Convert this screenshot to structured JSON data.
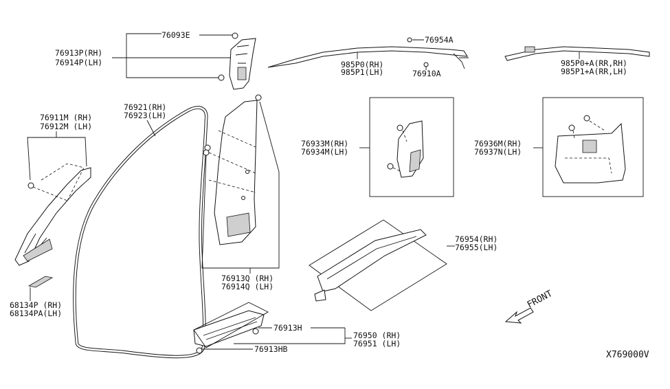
{
  "callouts": {
    "p76093E": "76093E",
    "p76913P": "76913P(RH)",
    "p76914P": "76914P(LH)",
    "p76954A": "76954A",
    "p985P0": "985P0(RH)",
    "p985P1": "985P1(LH)",
    "p76910A": "76910A",
    "p985P0A": "985P0+A(RR,RH)",
    "p985P1A": "985P1+A(RR,LH)",
    "p76911M": "76911M (RH)",
    "p76912M": "76912M (LH)",
    "p76921": "76921(RH)",
    "p76923": "76923(LH)",
    "p76933M": "76933M(RH)",
    "p76934M": "76934M(LH)",
    "p76936M": "76936M(RH)",
    "p76937N": "76937N(LH)",
    "p76954": "76954(RH)",
    "p76955": "76955(LH)",
    "p76913Q": "76913Q (RH)",
    "p76914Q": "76914Q (LH)",
    "p68134P": "68134P (RH)",
    "p68134PA": "68134PA(LH)",
    "p76913H": "76913H",
    "p76913HB": "76913HB",
    "p76950": "76950 (RH)",
    "p76951": "76951 (LH)"
  },
  "front_label": "FRONT",
  "diagram_id": "X769000V"
}
